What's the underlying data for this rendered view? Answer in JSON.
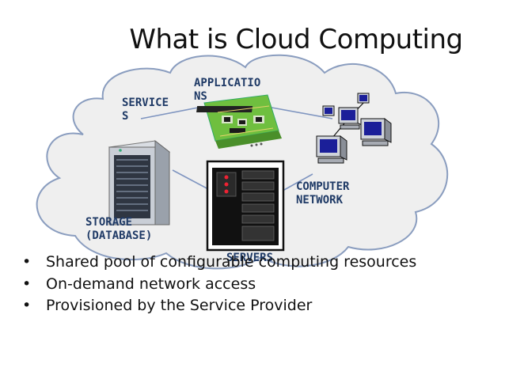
{
  "title": "What is Cloud Computing",
  "labels": {
    "services": [
      "SERVICE",
      "S"
    ],
    "applications": [
      "APPLICATIO",
      "NS"
    ],
    "computer_network": [
      "COMPUTER",
      "NETWORK"
    ],
    "storage": [
      "STORAGE",
      "(DATABASE)"
    ],
    "servers": "SERVERS"
  },
  "bullets": [
    "Shared pool of configurable computing resources",
    "On-demand network access",
    "Provisioned by the Service Provider"
  ],
  "colors": {
    "cloud_fill": "#efefef",
    "cloud_stroke": "#8a9dbf",
    "label_text": "#1f3a66",
    "connector": "#7f95c0",
    "app_green": "#6fbf3f"
  }
}
